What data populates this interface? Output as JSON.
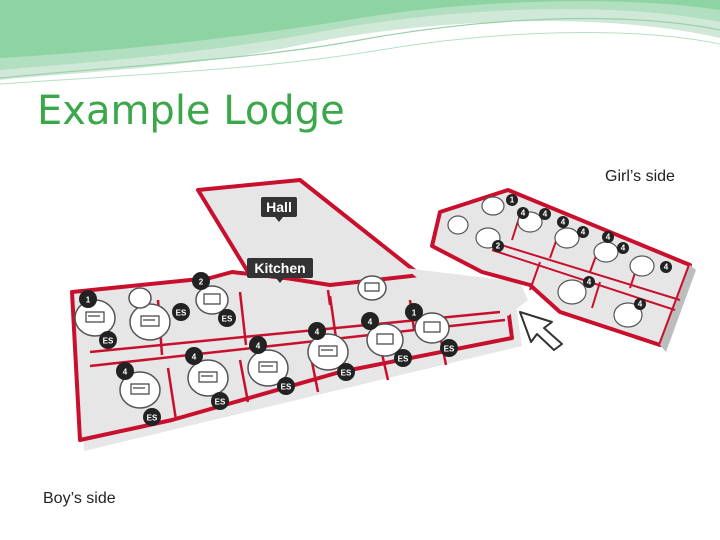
{
  "slide": {
    "title": "Example Lodge",
    "girls_side": "Girl’s side",
    "boys_side": "Boy’s side"
  },
  "plan": {
    "hall_label": "Hall",
    "kitchen_label": "Kitchen",
    "es_label": "ES",
    "colors": {
      "wall": "#c8102e",
      "floor": "#e6e6e6",
      "badge": "#222222",
      "title": "#3aa84a"
    },
    "main_badges": [
      "1",
      "2",
      "4",
      "4",
      "4",
      "4",
      "4",
      "1"
    ],
    "girls_badges": [
      "1",
      "4",
      "4",
      "4",
      "4",
      "4",
      "4",
      "2",
      "4",
      "4",
      "4"
    ]
  }
}
